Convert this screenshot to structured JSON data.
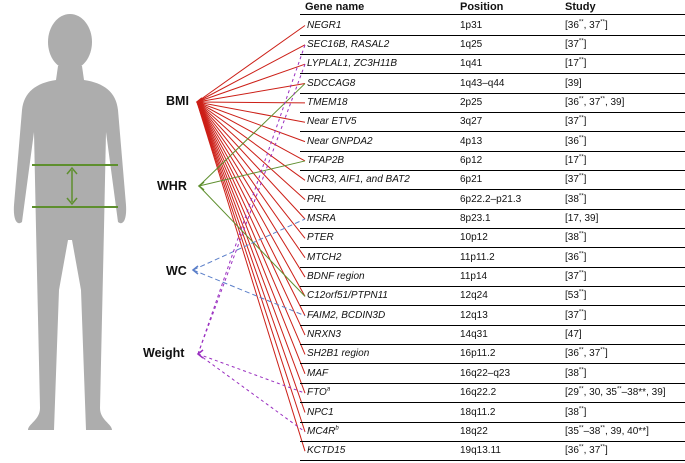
{
  "headers": {
    "gene": "Gene name",
    "position": "Position",
    "study": "Study"
  },
  "traits": {
    "bmi": "BMI",
    "whr": "WHR",
    "wc": "WC",
    "weight": "Weight"
  },
  "colors": {
    "bmi": "#cc1f17",
    "whr": "#5e8f2e",
    "wc": "#5b7fc9",
    "weight": "#9a2fc0",
    "silhouette": "#adadad"
  },
  "rows": [
    {
      "gene": "NEGR1",
      "gene_sup": "",
      "position": "1p31",
      "study": "[36",
      "study_sup": "**",
      "study_rest": ", 37",
      "study_sup2": "**",
      "study_end": "]"
    },
    {
      "gene": "SEC16B, RASAL2",
      "gene_sup": "",
      "position": "1q25",
      "study": "[37",
      "study_sup": "**",
      "study_rest": "",
      "study_sup2": "",
      "study_end": "]"
    },
    {
      "gene": "LYPLAL1, ZC3H11B",
      "gene_sup": "",
      "position": "1q41",
      "study": "[17",
      "study_sup": "**",
      "study_rest": "",
      "study_sup2": "",
      "study_end": "]"
    },
    {
      "gene": "SDCCAG8",
      "gene_sup": "",
      "position": "1q43–q44",
      "study": "[39]",
      "study_sup": "",
      "study_rest": "",
      "study_sup2": "",
      "study_end": ""
    },
    {
      "gene": "TMEM18",
      "gene_sup": "",
      "position": "2p25",
      "study": "[36",
      "study_sup": "**",
      "study_rest": ", 37",
      "study_sup2": "**",
      "study_end": ", 39]"
    },
    {
      "gene": "Near ETV5",
      "gene_sup": "",
      "position": "3q27",
      "study": "[37",
      "study_sup": "**",
      "study_rest": "",
      "study_sup2": "",
      "study_end": "]"
    },
    {
      "gene": "Near GNPDA2",
      "gene_sup": "",
      "position": "4p13",
      "study": "[36",
      "study_sup": "**",
      "study_rest": "",
      "study_sup2": "",
      "study_end": "]"
    },
    {
      "gene": "TFAP2B",
      "gene_sup": "",
      "position": "6p12",
      "study": "[17",
      "study_sup": "**",
      "study_rest": "",
      "study_sup2": "",
      "study_end": "]"
    },
    {
      "gene": "NCR3, AIF1, and BAT2",
      "gene_sup": "",
      "position": "6p21",
      "study": "[37",
      "study_sup": "**",
      "study_rest": "",
      "study_sup2": "",
      "study_end": "]"
    },
    {
      "gene": "PRL",
      "gene_sup": "",
      "position": "6p22.2–p21.3",
      "study": "[38",
      "study_sup": "**",
      "study_rest": "",
      "study_sup2": "",
      "study_end": "]"
    },
    {
      "gene": "MSRA",
      "gene_sup": "",
      "position": "8p23.1",
      "study": "[17, 39]",
      "study_sup": "",
      "study_rest": "",
      "study_sup2": "",
      "study_end": ""
    },
    {
      "gene": "PTER",
      "gene_sup": "",
      "position": "10p12",
      "study": "[38",
      "study_sup": "**",
      "study_rest": "",
      "study_sup2": "",
      "study_end": "]"
    },
    {
      "gene": "MTCH2",
      "gene_sup": "",
      "position": "11p11.2",
      "study": "[36",
      "study_sup": "**",
      "study_rest": "",
      "study_sup2": "",
      "study_end": "]"
    },
    {
      "gene": "BDNF region",
      "gene_sup": "",
      "position": "11p14",
      "study": "[37",
      "study_sup": "**",
      "study_rest": "",
      "study_sup2": "",
      "study_end": "]"
    },
    {
      "gene": "C12orf51/PTPN11",
      "gene_sup": "",
      "position": "12q24",
      "study": "[53",
      "study_sup": "**",
      "study_rest": "",
      "study_sup2": "",
      "study_end": "]"
    },
    {
      "gene": "FAIM2, BCDIN3D",
      "gene_sup": "",
      "position": "12q13",
      "study": "[37",
      "study_sup": "**",
      "study_rest": "",
      "study_sup2": "",
      "study_end": "]"
    },
    {
      "gene": "NRXN3",
      "gene_sup": "",
      "position": "14q31",
      "study": "[47]",
      "study_sup": "",
      "study_rest": "",
      "study_sup2": "",
      "study_end": ""
    },
    {
      "gene": "SH2B1 region",
      "gene_sup": "",
      "position": "16p11.2",
      "study": "[36",
      "study_sup": "**",
      "study_rest": ", 37",
      "study_sup2": "**",
      "study_end": "]"
    },
    {
      "gene": "MAF",
      "gene_sup": "",
      "position": "16q22–q23",
      "study": "[38",
      "study_sup": "**",
      "study_rest": "",
      "study_sup2": "",
      "study_end": "]"
    },
    {
      "gene": "FTO",
      "gene_sup": "a",
      "position": "16q22.2",
      "study": "[29",
      "study_sup": "**",
      "study_rest": ", 30, 35",
      "study_sup2": "**",
      "study_end": "–38**, 39]"
    },
    {
      "gene": "NPC1",
      "gene_sup": "",
      "position": "18q11.2",
      "study": "[38",
      "study_sup": "**",
      "study_rest": "",
      "study_sup2": "",
      "study_end": "]"
    },
    {
      "gene": "MC4R",
      "gene_sup": "b",
      "position": "18q22",
      "study": "[35",
      "study_sup": "**",
      "study_rest": "–38",
      "study_sup2": "**",
      "study_end": ", 39, 40**]"
    },
    {
      "gene": "KCTD15",
      "gene_sup": "",
      "position": "19q13.11",
      "study": "[36",
      "study_sup": "**",
      "study_rest": ", 37",
      "study_sup2": "**",
      "study_end": "]"
    }
  ],
  "links": {
    "bmi": [
      0,
      1,
      2,
      3,
      4,
      5,
      6,
      7,
      8,
      9,
      10,
      11,
      12,
      13,
      14,
      15,
      16,
      17,
      18,
      19,
      20,
      21,
      22
    ],
    "whr": [
      3,
      7,
      14
    ],
    "wc": [
      10,
      15
    ],
    "weight": [
      1,
      2,
      19,
      21
    ]
  }
}
